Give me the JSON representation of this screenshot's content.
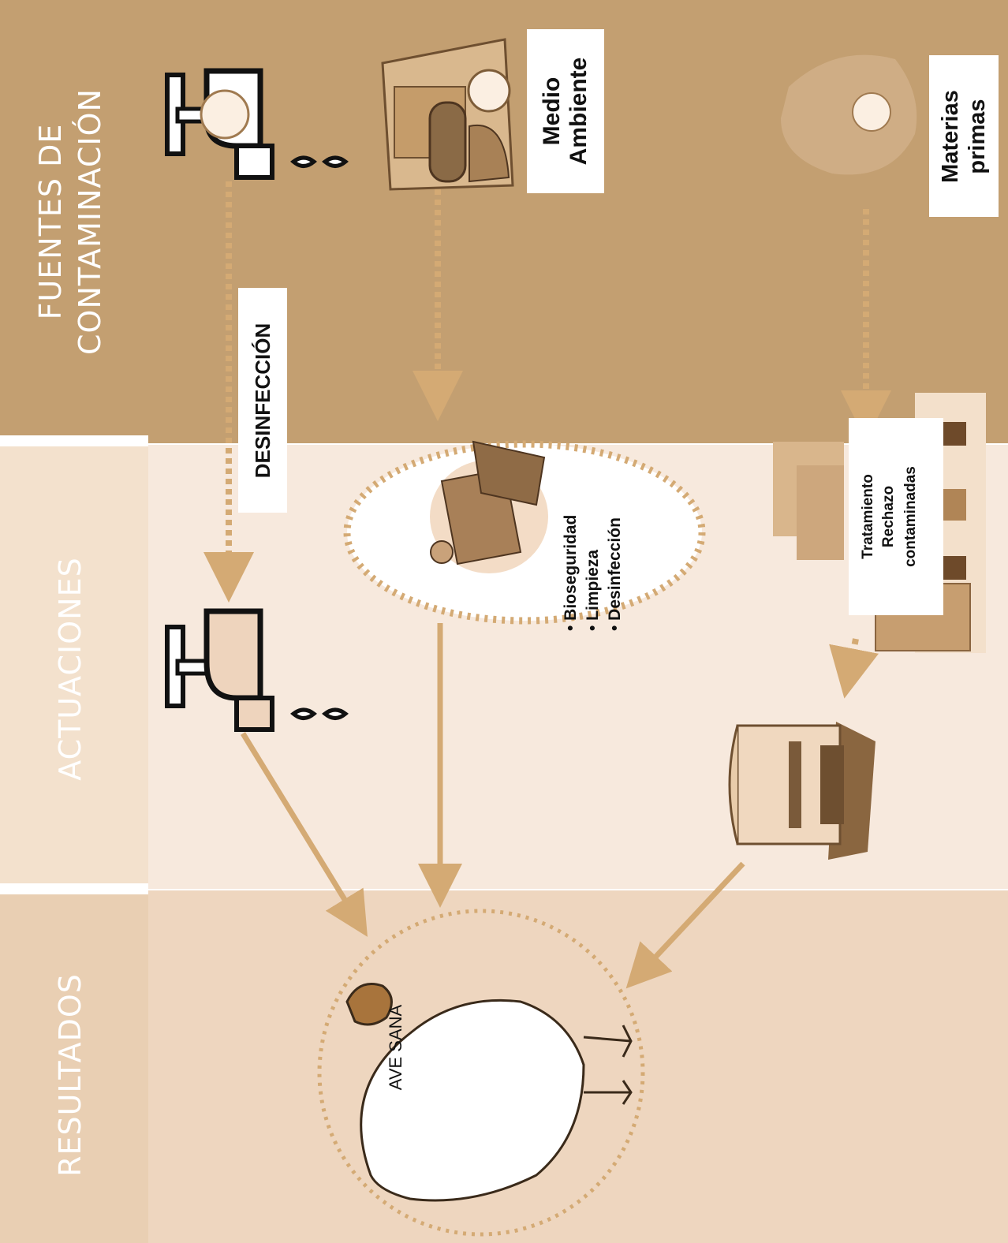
{
  "sections": {
    "sources": "FUENTES DE\nCONTAMINACIÓN",
    "actions": "ACTUACIONES",
    "results": "RESULTADOS"
  },
  "labels": {
    "disinfection": "DESINFECCIÓN",
    "environment": "Medio\nAmbiente",
    "raw_materials": "Materias\nprimas",
    "biosecurity": "• Bioseguridad\n• Limpieza\n• Desinfección",
    "treatment": "Tratamiento",
    "reject": "Rechazo\ncontaminadas",
    "healthy_bird": "AVE SANA"
  },
  "colors": {
    "band_sources": "#c39f71",
    "band_actions": "#f7e9dd",
    "band_results": "#eed6bf",
    "header_sources": "#c39f71",
    "header_actions": "#f3e1cd",
    "header_results": "#e9cfb3",
    "arrow": "#d4aa74"
  },
  "icons": [
    "water-tap-contaminated-icon",
    "environment-building-icon",
    "raw-materials-icon",
    "clean-water-tap-icon",
    "farm-workers-icon",
    "feed-mill-icon",
    "silo-icon",
    "healthy-chicken-icon"
  ]
}
